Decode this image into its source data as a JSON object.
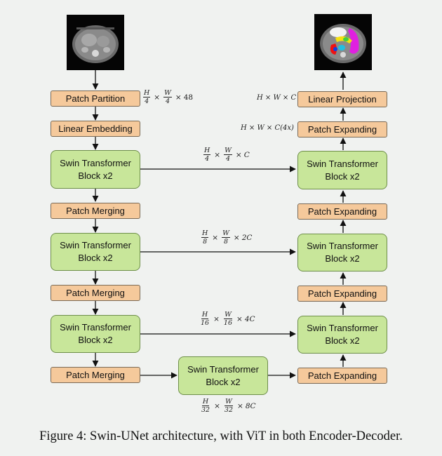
{
  "encoder": {
    "patch_partition": "Patch Partition",
    "linear_embedding": "Linear Embedding",
    "swin_block": "Swin Transformer\nBlock x2",
    "patch_merging": "Patch Merging"
  },
  "bottleneck": {
    "swin_block": "Swin Transformer\nBlock x2"
  },
  "decoder": {
    "linear_projection": "Linear Projection",
    "patch_expanding": "Patch Expanding",
    "swin_block": "Swin Transformer\nBlock x2"
  },
  "math": {
    "H": "H",
    "W": "W",
    "C": "C",
    "times": "×",
    "four": "4",
    "eight": "8",
    "sixteen": "16",
    "thirtytwo": "32",
    "c48": "48",
    "cC": "C",
    "c2C": "2C",
    "c4C": "4C",
    "c8C": "8C",
    "hwc": "H × W × C",
    "hwc4x": "H × W × C(4x)"
  },
  "caption": "Figure 4: Swin-UNet architecture, with ViT in both Encoder-Decoder.",
  "colors": {
    "orange_block": "#f5c99b",
    "green_block": "#c8e69a",
    "background": "#f0f2f0"
  }
}
